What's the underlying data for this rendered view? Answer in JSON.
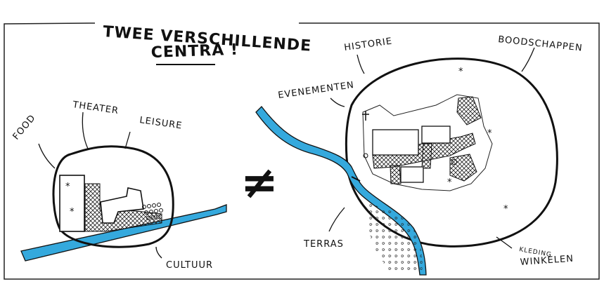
{
  "title": {
    "line1": "TWEE VERSCHILLENDE",
    "line2": "CENTRA !"
  },
  "symbol": "≠",
  "left_city": {
    "labels": {
      "food": "FOOD",
      "theater": "THEATER",
      "leisure": "LEISURE",
      "cultuur": "CULTUUR"
    }
  },
  "right_city": {
    "labels": {
      "historie": "HISTORIE",
      "boodschappen": "BOODSCHAPPEN",
      "evenementen": "EVENEMENTEN",
      "terras": "TERRAS",
      "kleding": "KLEDING",
      "winkelen": "WINKELEN"
    }
  },
  "colors": {
    "river": "#35a9dd",
    "ink": "#111111",
    "background": "#ffffff"
  }
}
